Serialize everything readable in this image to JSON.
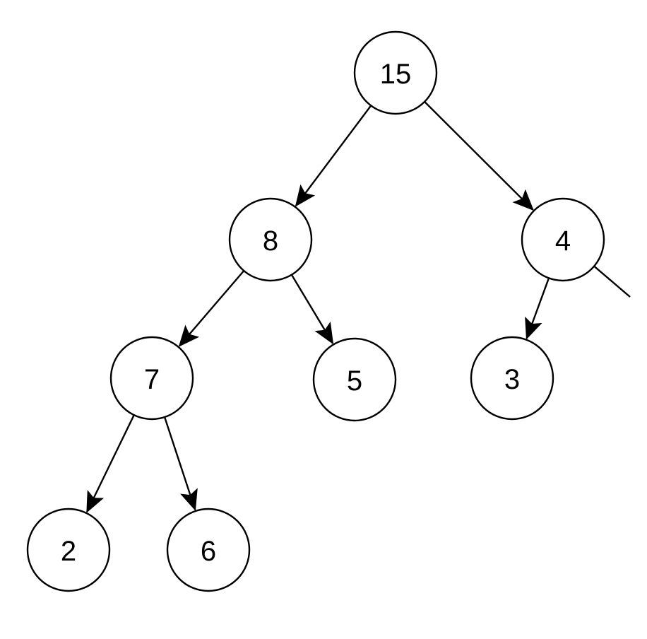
{
  "tree": {
    "nodes": [
      {
        "id": "n15",
        "label": "15"
      },
      {
        "id": "n8",
        "label": "8"
      },
      {
        "id": "n4",
        "label": "4"
      },
      {
        "id": "n7",
        "label": "7"
      },
      {
        "id": "n5",
        "label": "5"
      },
      {
        "id": "n3",
        "label": "3"
      },
      {
        "id": "n2",
        "label": "2"
      },
      {
        "id": "n6",
        "label": "6"
      }
    ],
    "edges": [
      {
        "from": "n15",
        "to": "n8"
      },
      {
        "from": "n15",
        "to": "n4"
      },
      {
        "from": "n8",
        "to": "n7"
      },
      {
        "from": "n8",
        "to": "n5"
      },
      {
        "from": "n4",
        "to": "n3"
      },
      {
        "from": "n4",
        "to": "offscreen-right"
      },
      {
        "from": "n7",
        "to": "n2"
      },
      {
        "from": "n7",
        "to": "n6"
      }
    ]
  }
}
